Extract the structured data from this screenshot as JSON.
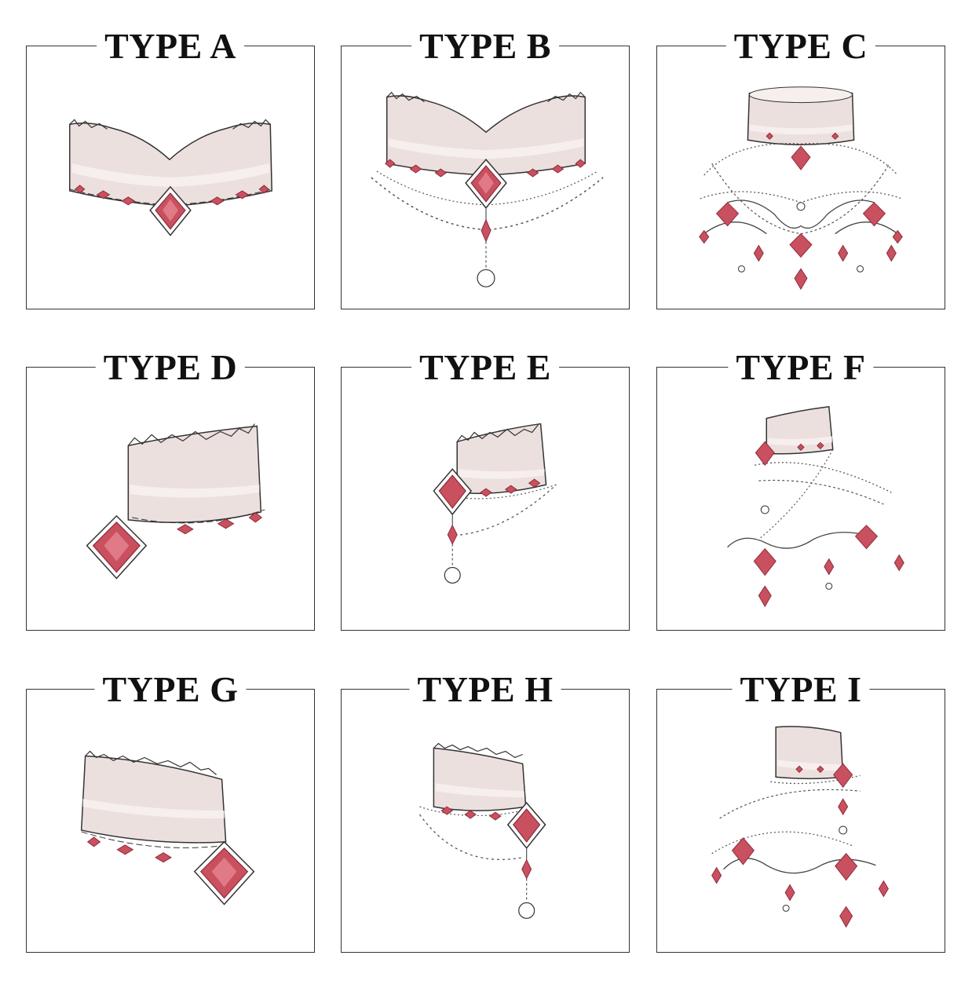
{
  "panels": [
    {
      "label": "TYPE A",
      "illustration": "choker-front-single-gem"
    },
    {
      "label": "TYPE B",
      "illustration": "choker-front-chain-pendant"
    },
    {
      "label": "TYPE C",
      "illustration": "choker-front-ornate-harness"
    },
    {
      "label": "TYPE D",
      "illustration": "choker-side-left-gem"
    },
    {
      "label": "TYPE E",
      "illustration": "choker-side-chain-pendant"
    },
    {
      "label": "TYPE F",
      "illustration": "choker-side-ornate-harness"
    },
    {
      "label": "TYPE G",
      "illustration": "choker-side-right-gem"
    },
    {
      "label": "TYPE H",
      "illustration": "choker-side-right-chain-pendant"
    },
    {
      "label": "TYPE I",
      "illustration": "choker-side-right-ornate-harness"
    }
  ],
  "colors": {
    "lace": "#ece0df",
    "lace_stripe": "#f6efee",
    "gem": "#c9505f",
    "gem_dark": "#8f2d3c",
    "outline": "#333333",
    "frame": "#333333"
  }
}
